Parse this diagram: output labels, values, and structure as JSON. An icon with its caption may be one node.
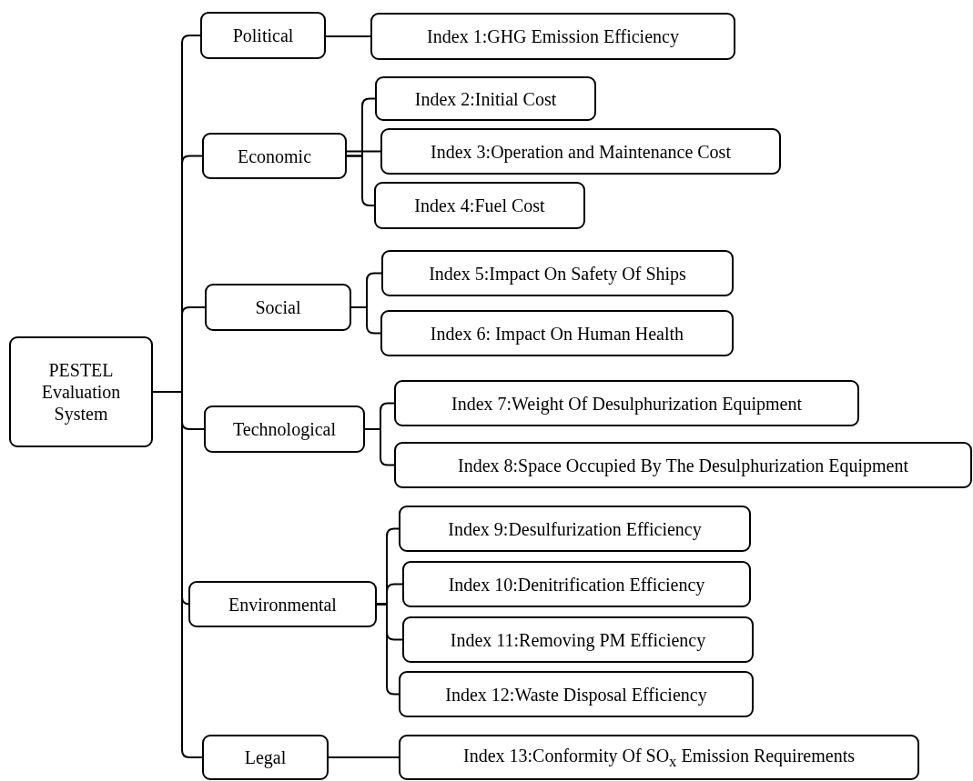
{
  "diagram": {
    "nodes": [
      {
        "text": [
          "PESTEL Evaluation System"
        ]
      },
      {
        "text": [
          "Political"
        ]
      },
      {
        "text": [
          "Economic"
        ]
      },
      {
        "text": [
          "Social"
        ]
      },
      {
        "text": [
          "Technological"
        ]
      },
      {
        "text": [
          "Environmental"
        ]
      },
      {
        "text": [
          "Legal"
        ]
      },
      {
        "text": [
          "Index 1:GHG Emission Efficiency"
        ]
      },
      {
        "text": [
          "Index 2:Initial Cost"
        ]
      },
      {
        "text": [
          "Index 3:Operation and Maintenance Cost"
        ]
      },
      {
        "text": [
          "Index 4:Fuel Cost"
        ]
      },
      {
        "text": [
          "Index 5:Impact On Safety Of Ships"
        ]
      },
      {
        "text": [
          "Index 6: Impact On Human Health"
        ]
      },
      {
        "text": [
          "Index 7:Weight Of Desulphurization Equipment"
        ]
      },
      {
        "text": [
          "Index 8:Space Occupied By The Desulphurization Equipment"
        ]
      },
      {
        "text": [
          "Index 9:Desulfurization Efficiency"
        ]
      },
      {
        "text": [
          "Index 10:Denitrification Efficiency"
        ]
      },
      {
        "text": [
          "Index 11:Removing PM Efficiency"
        ]
      },
      {
        "text": [
          "Index 12:Waste Disposal Efficiency"
        ]
      },
      {
        "text": [
          "Index 13:Conformity Of SO$_{x}$ Emission Requirements"
        ]
      }
    ],
    "edges": [
      {
        "from": 0,
        "to": 1,
        "arrow": "none"
      },
      {
        "from": 0,
        "to": 2,
        "arrow": "none"
      },
      {
        "from": 0,
        "to": 3,
        "arrow": "none"
      },
      {
        "from": 0,
        "to": 4,
        "arrow": "none"
      },
      {
        "from": 0,
        "to": 5,
        "arrow": "none"
      },
      {
        "from": 0,
        "to": 6,
        "arrow": "none"
      },
      {
        "from": 1,
        "to": 7,
        "arrow": "none"
      },
      {
        "from": 2,
        "to": 8,
        "arrow": "none"
      },
      {
        "from": 2,
        "to": 9,
        "arrow": "none"
      },
      {
        "from": 2,
        "to": 10,
        "arrow": "none"
      },
      {
        "from": 3,
        "to": 11,
        "arrow": "none"
      },
      {
        "from": 3,
        "to": 12,
        "arrow": "none"
      },
      {
        "from": 4,
        "to": 13,
        "arrow": "none"
      },
      {
        "from": 4,
        "to": 14,
        "arrow": "none"
      },
      {
        "from": 5,
        "to": 15,
        "arrow": "none"
      },
      {
        "from": 5,
        "to": 16,
        "arrow": "none"
      },
      {
        "from": 5,
        "to": 17,
        "arrow": "none"
      },
      {
        "from": 5,
        "to": 18,
        "arrow": "none"
      },
      {
        "from": 6,
        "to": 19,
        "arrow": "none"
      }
    ]
  }
}
